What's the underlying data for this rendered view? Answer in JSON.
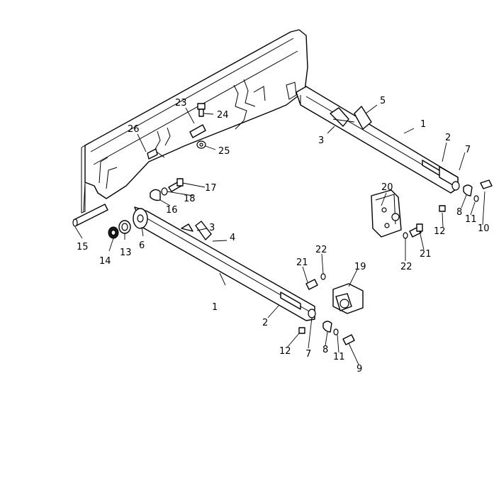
{
  "callouts": {
    "c1_upper": "1",
    "c1_lower": "1",
    "c2_upper": "2",
    "c2_lower": "2",
    "c3_upper": "3",
    "c3_lower": "3",
    "c4": "4",
    "c5": "5",
    "c6": "6",
    "c7_upper": "7",
    "c7_lower": "7",
    "c8_upper": "8",
    "c8_lower": "8",
    "c9": "9",
    "c10": "10",
    "c11_upper": "11",
    "c11_lower": "11",
    "c12_upper": "12",
    "c12_lower": "12",
    "c13": "13",
    "c14": "14",
    "c15": "15",
    "c16": "16",
    "c17": "17",
    "c18": "18",
    "c19": "19",
    "c20": "20",
    "c21_upper": "21",
    "c21_lower": "21",
    "c22_upper": "22",
    "c22_lower": "22",
    "c23": "23",
    "c24": "24",
    "c25": "25",
    "c26": "26"
  }
}
